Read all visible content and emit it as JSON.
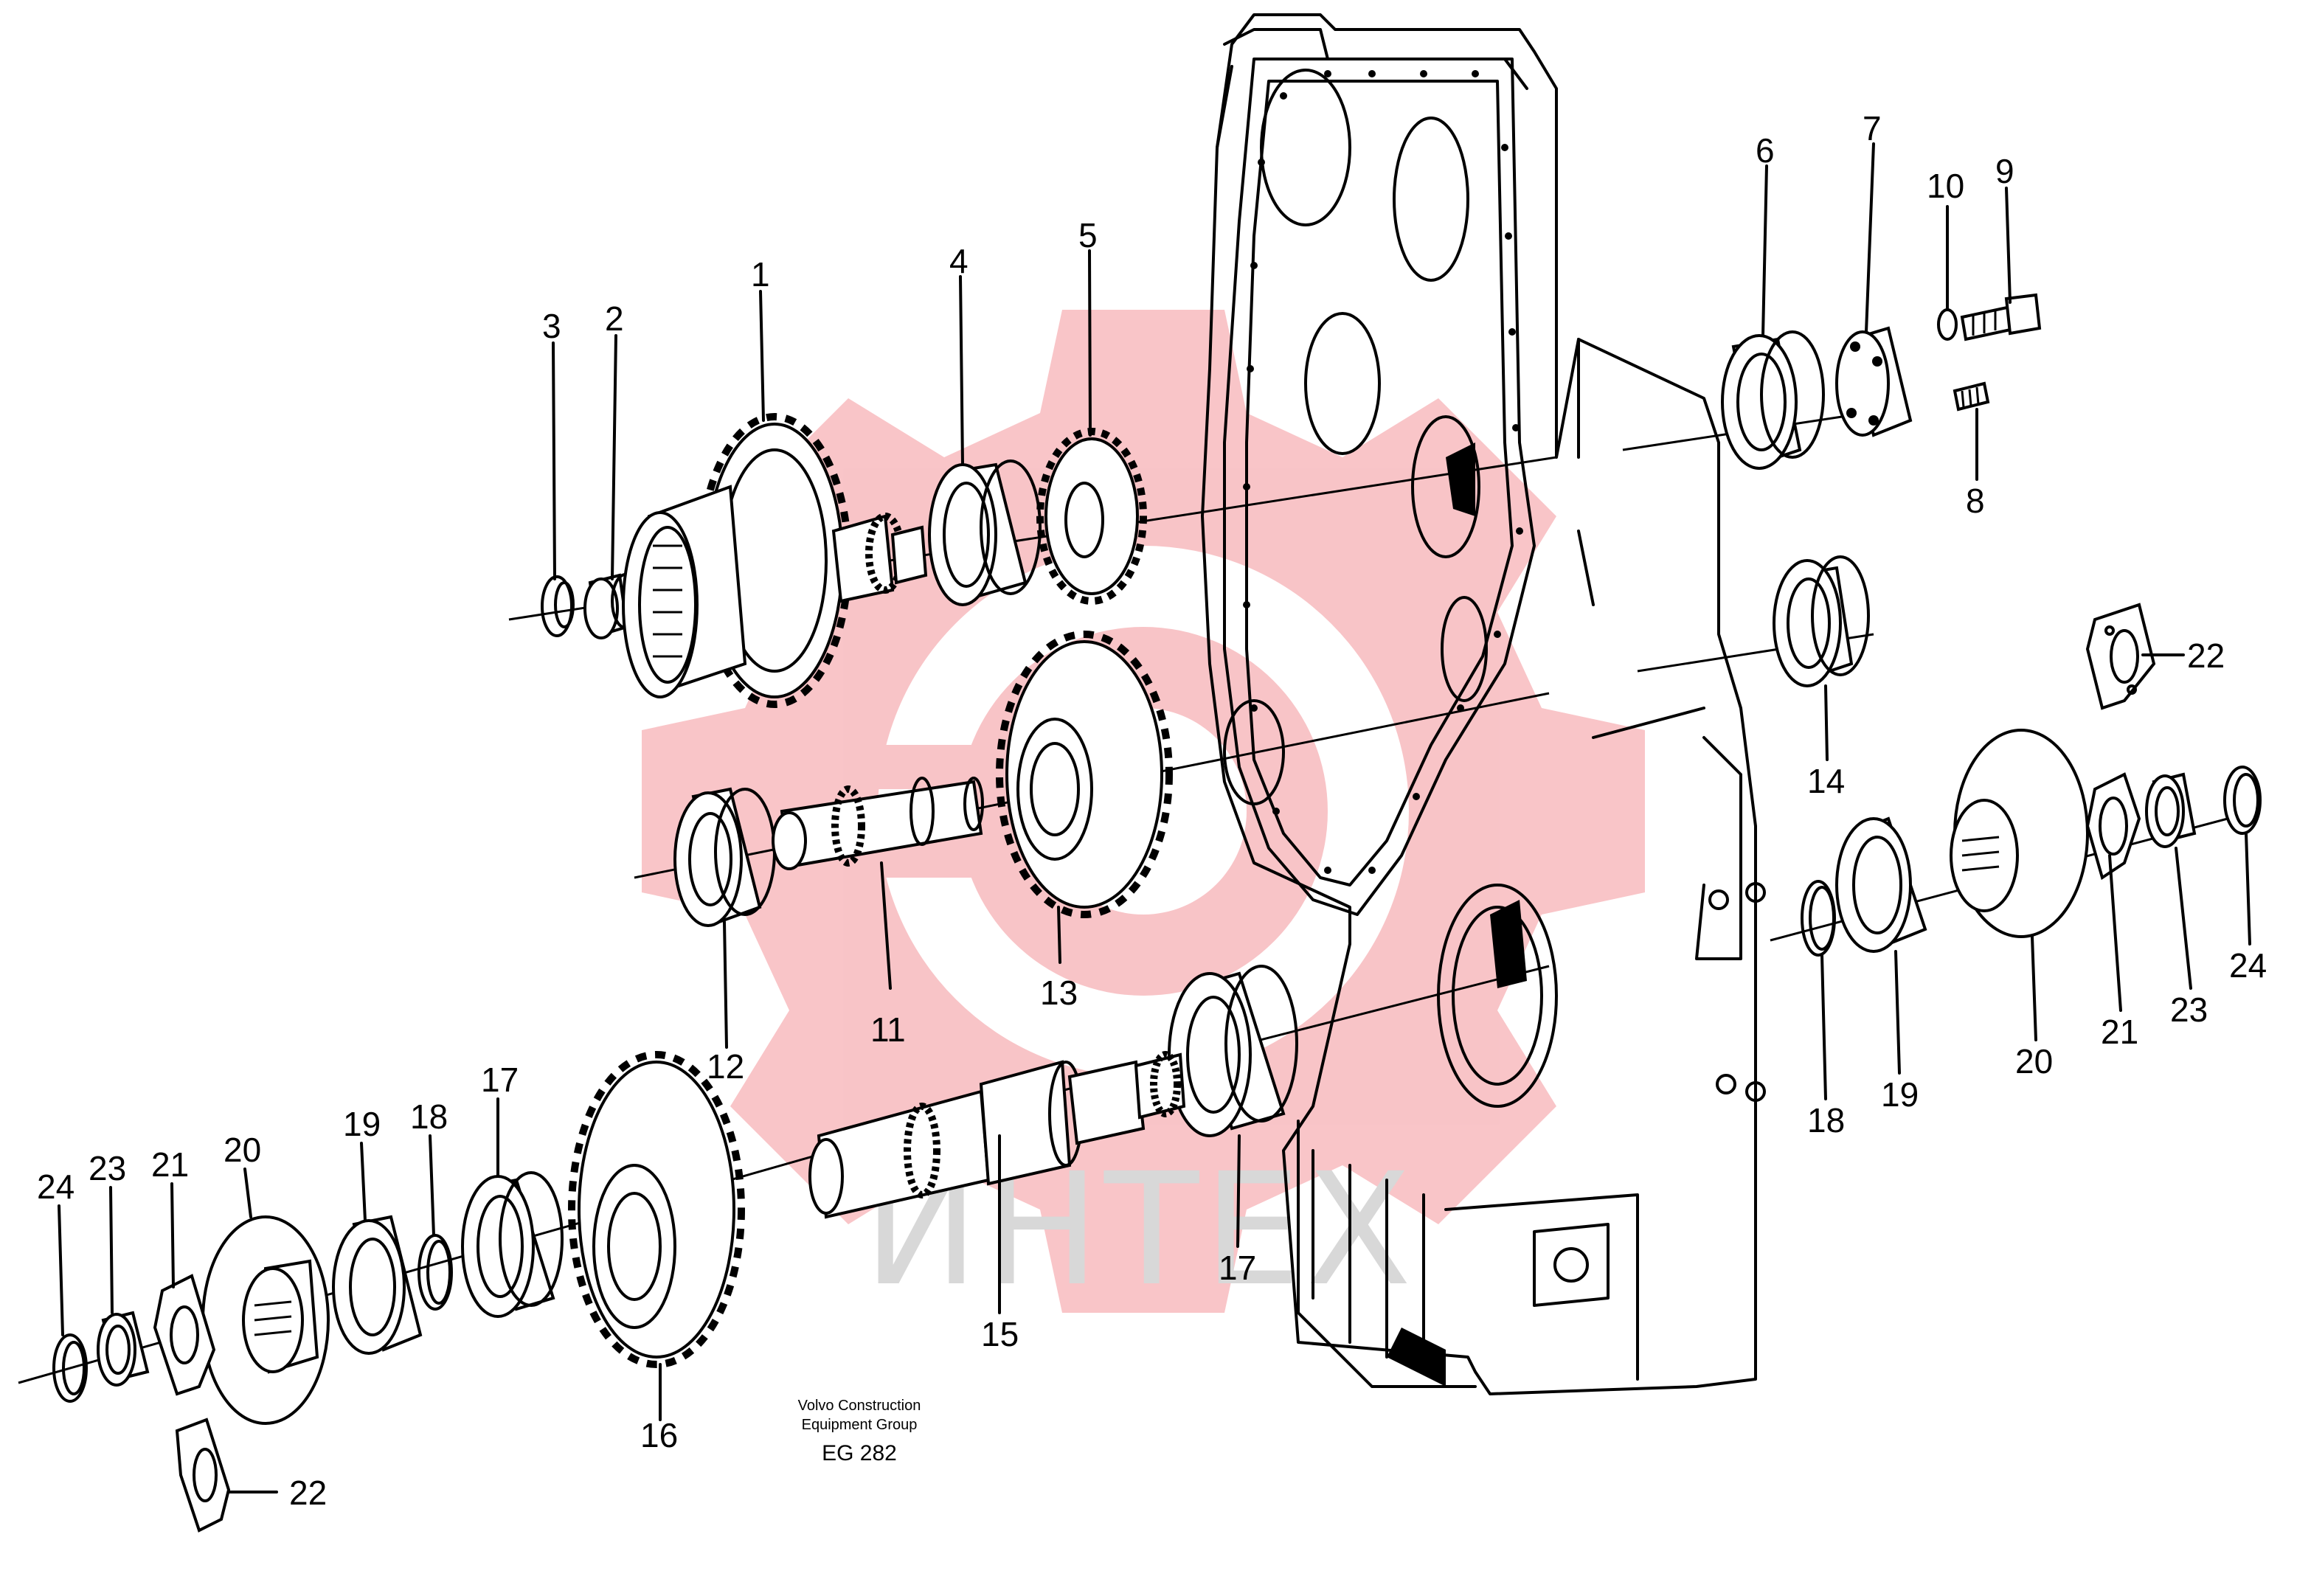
{
  "credit": {
    "line1": "Volvo Construction",
    "line2": "Equipment Group"
  },
  "figure_code": "EG 282",
  "watermark": {
    "text": "ИНТЕХ",
    "color": "#e8303a"
  },
  "callouts": {
    "c1": "1",
    "c2": "2",
    "c3": "3",
    "c4": "4",
    "c5": "5",
    "c6": "6",
    "c7": "7",
    "c8": "8",
    "c9": "9",
    "c10": "10",
    "c11": "11",
    "c12": "12",
    "c13": "13",
    "c14": "14",
    "c15": "15",
    "c16": "16",
    "c17a": "17",
    "c17b": "17",
    "c18a": "18",
    "c18b": "18",
    "c19a": "19",
    "c19b": "19",
    "c20a": "20",
    "c20b": "20",
    "c21a": "21",
    "c21b": "21",
    "c22a": "22",
    "c22b": "22",
    "c23a": "23",
    "c23b": "23",
    "c24a": "24",
    "c24b": "24"
  }
}
